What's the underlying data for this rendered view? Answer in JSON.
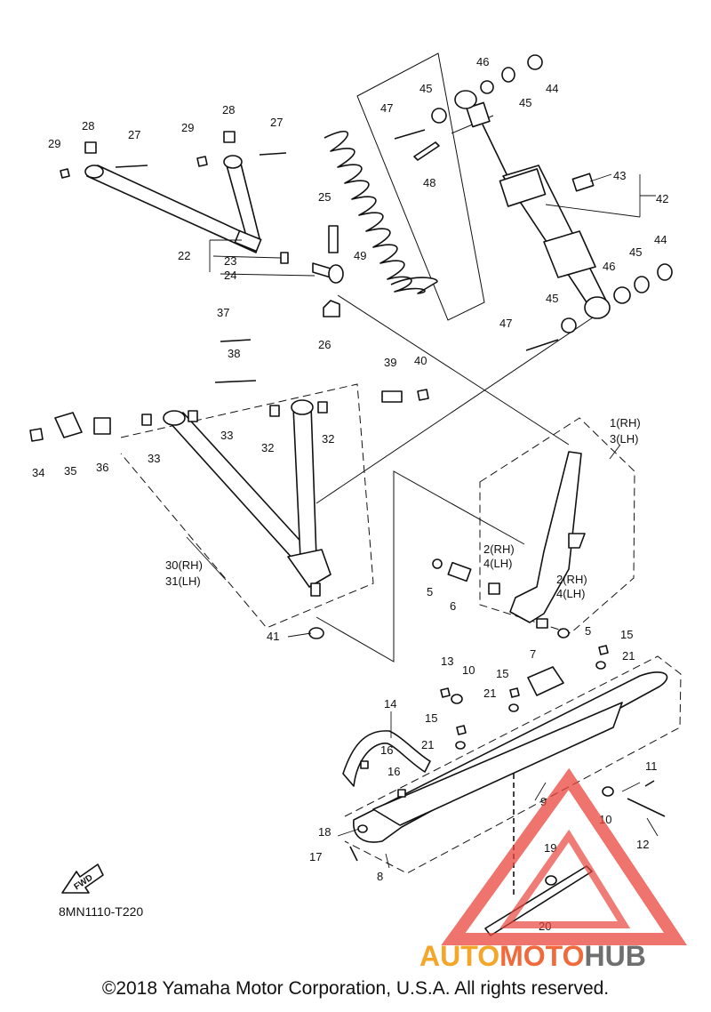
{
  "diagram_code": "8MN1110-T220",
  "fwd_label": "FWD",
  "copyright": "©2018 Yamaha Motor Corporation, U.S.A. All rights reserved.",
  "watermark": {
    "auto": "AUTO",
    "moto": "MOTO",
    "hub": "HUB"
  },
  "colors": {
    "watermark_red": "#e8453c",
    "watermark_orange": "#f4a62a",
    "watermark_gray": "#6f6f6f"
  },
  "callouts": {
    "c1rh": "1(RH)",
    "c3lh": "3(LH)",
    "c2rh_a": "2(RH)",
    "c4lh_a": "4(LH)",
    "c2rh_b": "2(RH)",
    "c4lh_b": "4(LH)",
    "c5a": "5",
    "c5b": "5",
    "c6": "6",
    "c7": "7",
    "c8": "8",
    "c9": "9",
    "c10a": "10",
    "c10b": "10",
    "c11": "11",
    "c12": "12",
    "c13": "13",
    "c14": "14",
    "c15a": "15",
    "c15b": "15",
    "c15c": "15",
    "c16a": "16",
    "c16b": "16",
    "c17": "17",
    "c18": "18",
    "c19": "19",
    "c20": "20",
    "c21a": "21",
    "c21b": "21",
    "c21c": "21",
    "c22": "22",
    "c23": "23",
    "c24": "24",
    "c25": "25",
    "c26": "26",
    "c27a": "27",
    "c27b": "27",
    "c28a": "28",
    "c28b": "28",
    "c29a": "29",
    "c29b": "29",
    "c30rh": "30(RH)",
    "c31lh": "31(LH)",
    "c32a": "32",
    "c32b": "32",
    "c33a": "33",
    "c33b": "33",
    "c34": "34",
    "c35": "35",
    "c36": "36",
    "c37": "37",
    "c38": "38",
    "c39": "39",
    "c40": "40",
    "c41": "41",
    "c42": "42",
    "c43": "43",
    "c44a": "44",
    "c44b": "44",
    "c45a": "45",
    "c45b": "45",
    "c45c": "45",
    "c45d": "45",
    "c46a": "46",
    "c46b": "46",
    "c47a": "47",
    "c47b": "47",
    "c48": "48",
    "c49": "49"
  }
}
